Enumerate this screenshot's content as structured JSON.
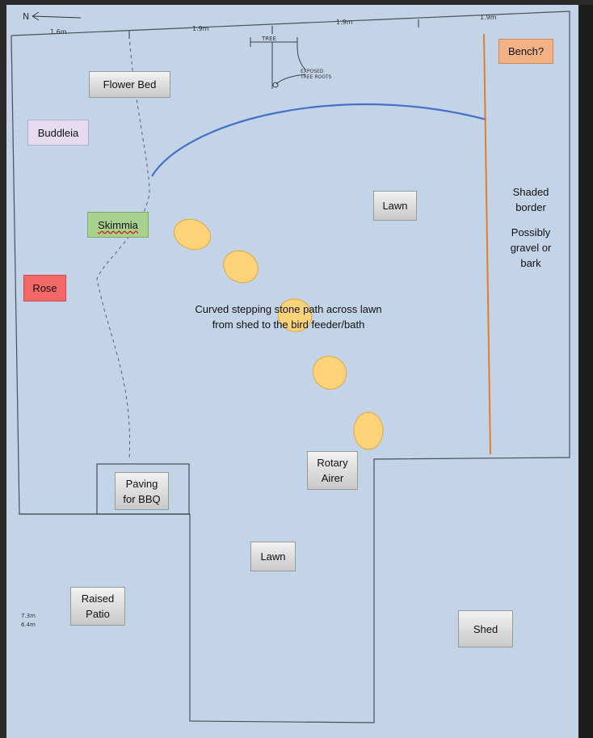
{
  "colors": {
    "paper": "#c3d4e8",
    "pencil": "#4a4f58",
    "curve": "#4472c4",
    "orange_line": "#e87a2a",
    "stone_fill": "#ffd37a",
    "stone_stroke": "#e0a83a",
    "buddleia": "#e6dcf2",
    "skimmia": "#a9d18e",
    "rose": "#f46868",
    "bench": "#f4b183"
  },
  "labels": {
    "flower_bed": "Flower Bed",
    "buddleia": "Buddleia",
    "skimmia": "Skimmia",
    "rose": "Rose",
    "bench": "Bench?",
    "lawn_upper": "Lawn",
    "lawn_lower": "Lawn",
    "rotary_airer": "Rotary\nAirer",
    "paving": "Paving\nfor BBQ",
    "raised_patio": "Raised\nPatio",
    "shed": "Shed",
    "shaded_border": "Shaded\nborder",
    "possibly_gravel": "Possibly\ngravel or\nbark",
    "path_note": "Curved stepping stone path across lawn\nfrom shed to the bird feeder/bath"
  },
  "sketch": {
    "north": "N",
    "dim_1": "1.6m",
    "dim_2": "1.9m",
    "dim_3": "1.9m",
    "dim_4": "1.9m",
    "tree": "TREE",
    "exposed_roots": "EXPOSED\nTREE ROOTS",
    "side_dim_a": "7.3m",
    "side_dim_b": "6.4m"
  },
  "stepping_stones": 5
}
